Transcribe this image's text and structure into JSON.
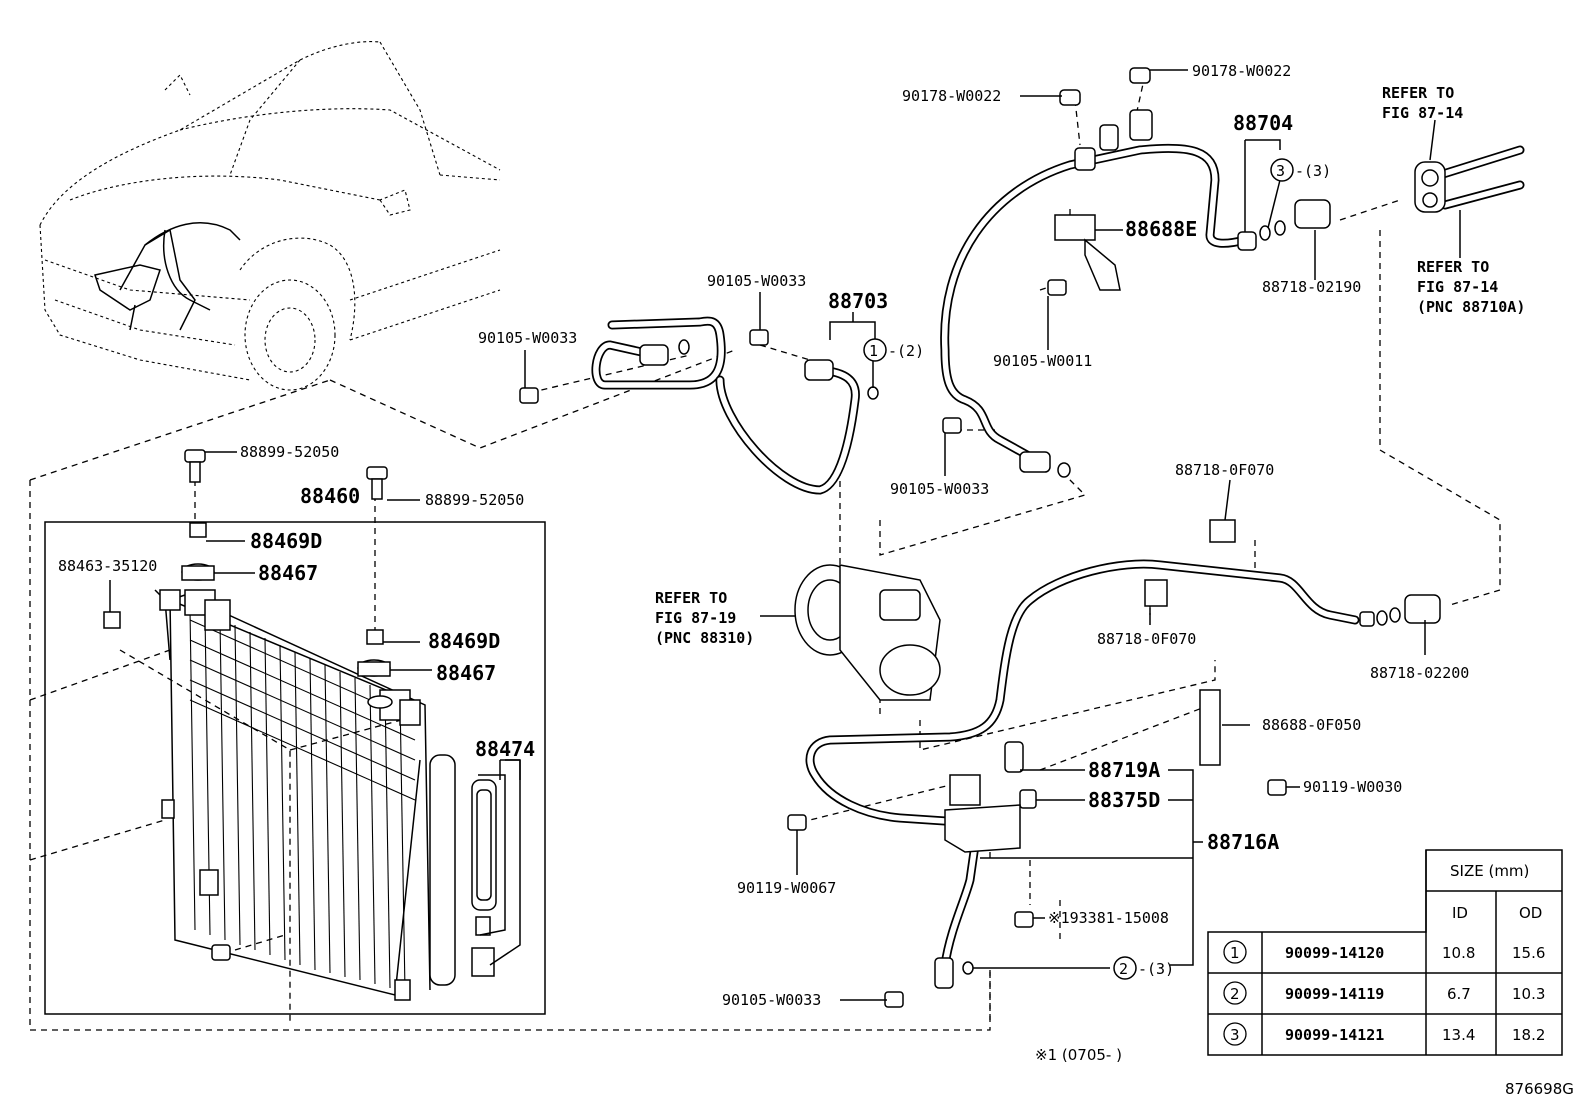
{
  "labels": {
    "c90178_a": "90178-W0022",
    "c90178_b": "90178-W0022",
    "c88704": "88704",
    "ref_8714_a_1": "REFER TO",
    "ref_8714_a_2": "FIG 87-14",
    "ref_8714_b_1": "REFER TO",
    "ref_8714_b_2": "FIG 87-14",
    "ref_8714_b_3": "(PNC 88710A)",
    "c88688E": "88688E",
    "c88718_02190": "88718-02190",
    "c90105_w0033_a": "90105-W0033",
    "c90105_w0033_b": "90105-W0033",
    "c90105_w0033_c": "90105-W0033",
    "c90105_w0033_d": "90105-W0033",
    "c88703": "88703",
    "c90105_w0011": "90105-W0011",
    "c88899_a": "88899-52050",
    "c88899_b": "88899-52050",
    "c88460": "88460",
    "c88469D_a": "88469D",
    "c88469D_b": "88469D",
    "c88467_a": "88467",
    "c88467_b": "88467",
    "c88463": "88463-35120",
    "c88474": "88474",
    "c88718_0F070_a": "88718-0F070",
    "c88718_0F070_b": "88718-0F070",
    "ref_8719_1": "REFER TO",
    "ref_8719_2": "FIG 87-19",
    "ref_8719_3": "(PNC 88310)",
    "c88718_02200": "88718-02200",
    "c88688_0F050": "88688-0F050",
    "c88719A": "88719A",
    "c88375D": "88375D",
    "c88716A": "88716A",
    "c90119_w0030": "90119-W0030",
    "c90119_w0067": "90119-W0067",
    "c193381": "※193381-15008",
    "note1": "※1 (0705-   )",
    "figno": "876698G",
    "ring1": "1",
    "ring1_qty": "-(2)",
    "ring2": "2",
    "ring2_qty": "-(3)",
    "ring3": "3",
    "ring3_qty": "-(3)"
  },
  "size_table": {
    "header": "SIZE (mm)",
    "col_id": "ID",
    "col_od": "OD",
    "rows": [
      {
        "ref": "1",
        "part": "90099-14120",
        "id": "10.8",
        "od": "15.6"
      },
      {
        "ref": "2",
        "part": "90099-14119",
        "id": "6.7",
        "od": "10.3"
      },
      {
        "ref": "3",
        "part": "90099-14121",
        "id": "13.4",
        "od": "18.2"
      }
    ]
  }
}
